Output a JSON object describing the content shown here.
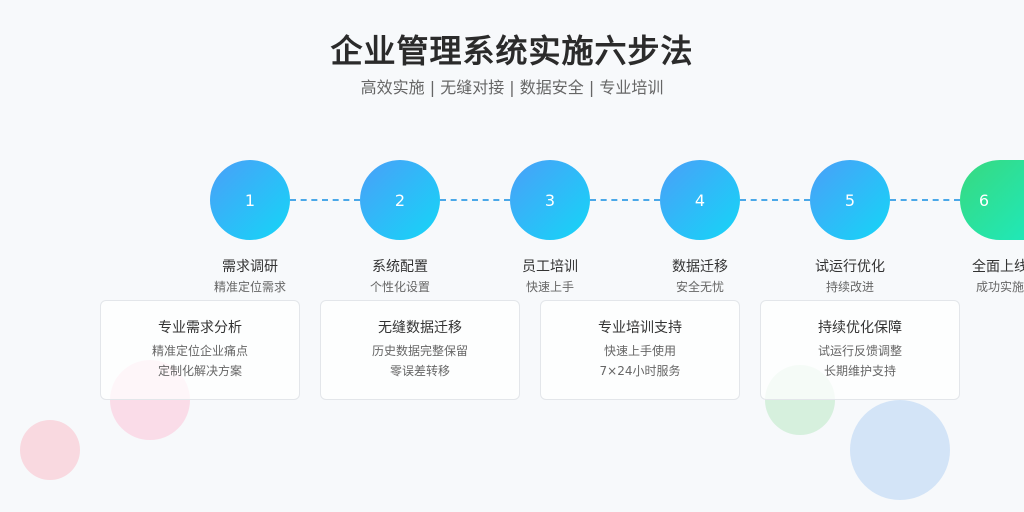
{
  "title": "企业管理系统实施六步法",
  "subtitle": "高效实施 | 无缝对接 | 数据安全 | 专业培训",
  "steps": [
    {
      "number": "1",
      "title": "需求调研",
      "subtitle": "精准定位需求"
    },
    {
      "number": "2",
      "title": "系统配置",
      "subtitle": "个性化设置"
    },
    {
      "number": "3",
      "title": "员工培训",
      "subtitle": "快速上手"
    },
    {
      "number": "4",
      "title": "数据迁移",
      "subtitle": "安全无忧"
    },
    {
      "number": "5",
      "title": "试运行优化",
      "subtitle": "持续改进"
    },
    {
      "number": "6",
      "title": "全面上线",
      "subtitle": "成功实施"
    }
  ],
  "cards": [
    {
      "title": "专业需求分析",
      "lines": [
        "精准定位企业痛点",
        "定制化解决方案"
      ]
    },
    {
      "title": "无缝数据迁移",
      "lines": [
        "历史数据完整保留",
        "零误差转移"
      ]
    },
    {
      "title": "专业培训支持",
      "lines": [
        "快速上手使用",
        "7×24小时服务"
      ]
    },
    {
      "title": "持续优化保障",
      "lines": [
        "试运行反馈调整",
        "长期维护支持"
      ]
    }
  ],
  "colors": {
    "step_gradient_start": "#4a9ff8",
    "step_gradient_end": "#14d6f7",
    "final_gradient_start": "#38d97f",
    "final_gradient_end": "#20e8b7",
    "connector": "#4aa8e8"
  }
}
